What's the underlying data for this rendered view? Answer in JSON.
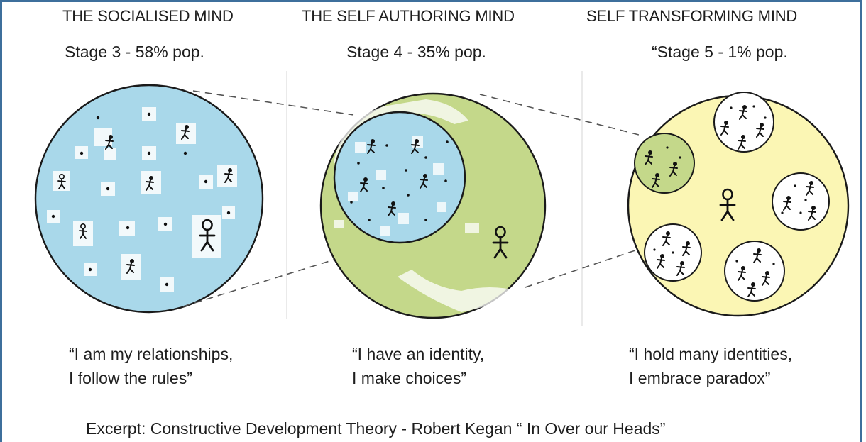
{
  "panels": [
    {
      "title": "THE SOCIALISED MIND",
      "stage": "Stage 3 - 58% pop.",
      "quote_line1": "“I am my relationships,",
      "quote_line2": "I follow the rules”"
    },
    {
      "title": "THE SELF AUTHORING MIND",
      "stage": "Stage 4 - 35% pop.",
      "quote_line1": "“I have an identity,",
      "quote_line2": "I make choices”"
    },
    {
      "title": "SELF TRANSFORMING MIND",
      "stage": "“Stage 5 - 1% pop.",
      "quote_line1": "“I hold many identities,",
      "quote_line2": "I embrace paradox”"
    }
  ],
  "caption": "Excerpt: Constructive Development Theory - Robert Kegan “ In Over our Heads”",
  "colors": {
    "stage3_fill": "#a9d8ea",
    "stage4_fill": "#c4d88a",
    "stage5_fill": "#fbf6b4",
    "frame": "#3d6f9c"
  }
}
